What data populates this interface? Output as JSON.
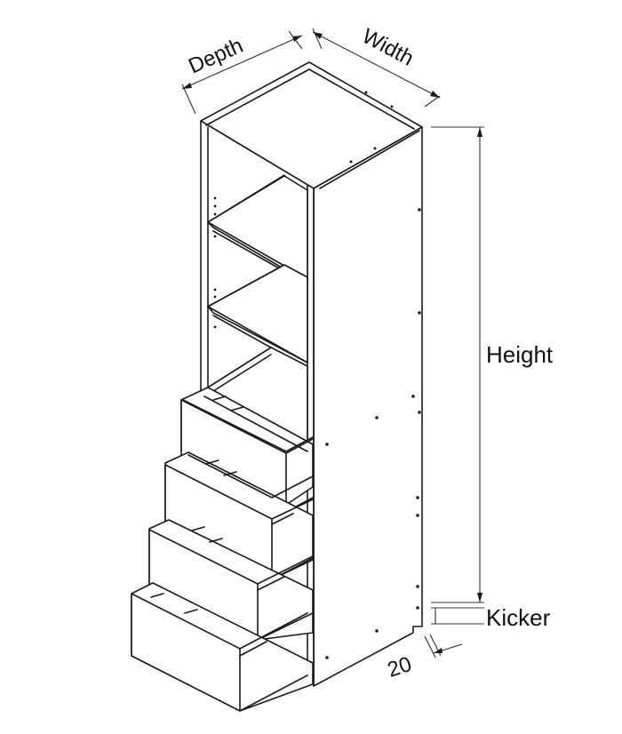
{
  "labels": {
    "depth": "Depth",
    "width": "Width",
    "height": "Height",
    "kicker": "Kicker",
    "kicker_depth": "20"
  }
}
